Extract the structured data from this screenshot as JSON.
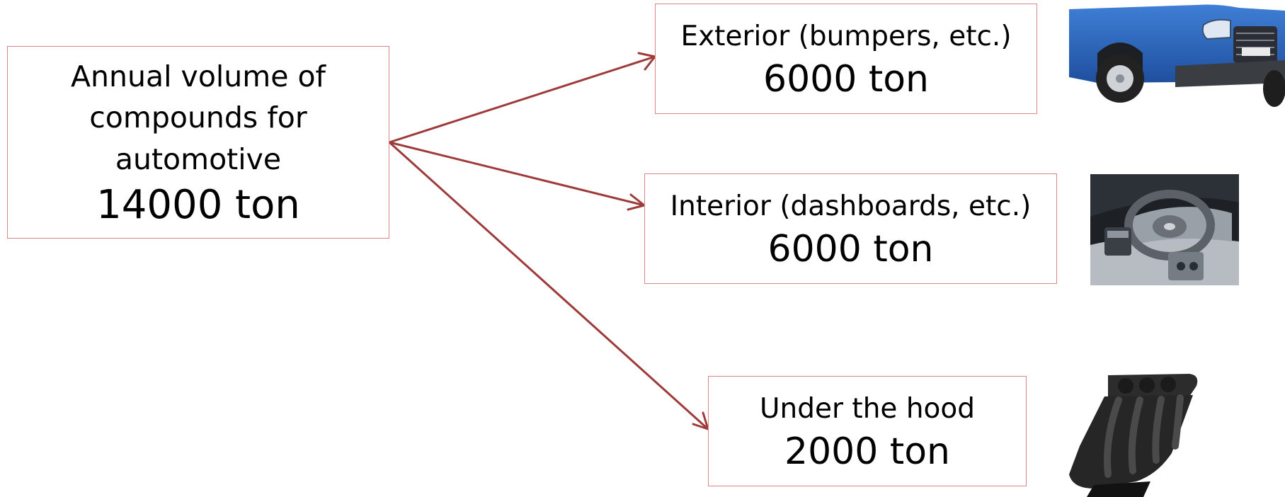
{
  "source": {
    "label_lines": [
      "Annual volume of",
      "compounds for",
      "automotive"
    ],
    "value": "14000 ton"
  },
  "segments": [
    {
      "label": "Exterior (bumpers, etc.)",
      "value": "6000 ton",
      "image_icon": "van-front-icon"
    },
    {
      "label": "Interior (dashboards, etc.)",
      "value": "6000 ton",
      "image_icon": "car-dashboard-icon"
    },
    {
      "label": "Under the hood",
      "value": "2000 ton",
      "image_icon": "intake-manifold-icon"
    }
  ],
  "colors": {
    "arrow": "#9e3a3a",
    "box_border": "#d9868a"
  }
}
